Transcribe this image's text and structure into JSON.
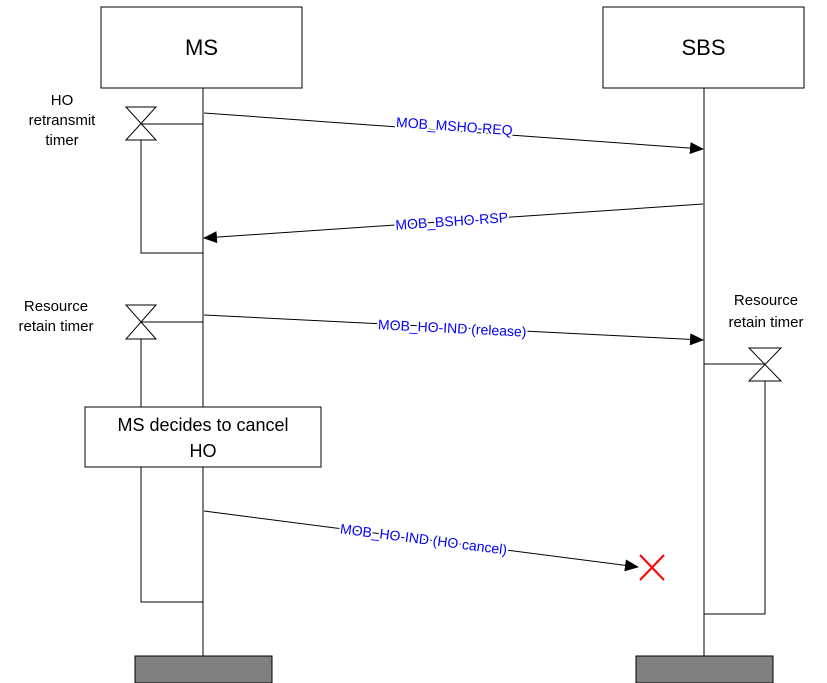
{
  "entities": {
    "ms": {
      "label": "MS"
    },
    "sbs": {
      "label": "SBS"
    }
  },
  "timers": {
    "ho_retransmit": {
      "line1": "HO",
      "line2": "retransmit",
      "line3": "timer"
    },
    "ms_resource_retain": {
      "line1": "Resource",
      "line2": "retain timer"
    },
    "sbs_resource_retain": {
      "line1": "Resource",
      "line2": "retain timer"
    }
  },
  "messages": [
    {
      "label": "MOB_MSHO-REQ"
    },
    {
      "label": "MOB_BSHO-RSP"
    },
    {
      "label": "MOB_HO-IND (release)"
    },
    {
      "label": "MOB_HO-IND (HO cancel)"
    }
  ],
  "decision_box": {
    "line1": "MS decides to cancel",
    "line2": "HO"
  },
  "colors": {
    "message_text": "#0000ff",
    "cancel_mark": "#ff0000",
    "bottom_block": "#808080",
    "line": "#000000"
  }
}
